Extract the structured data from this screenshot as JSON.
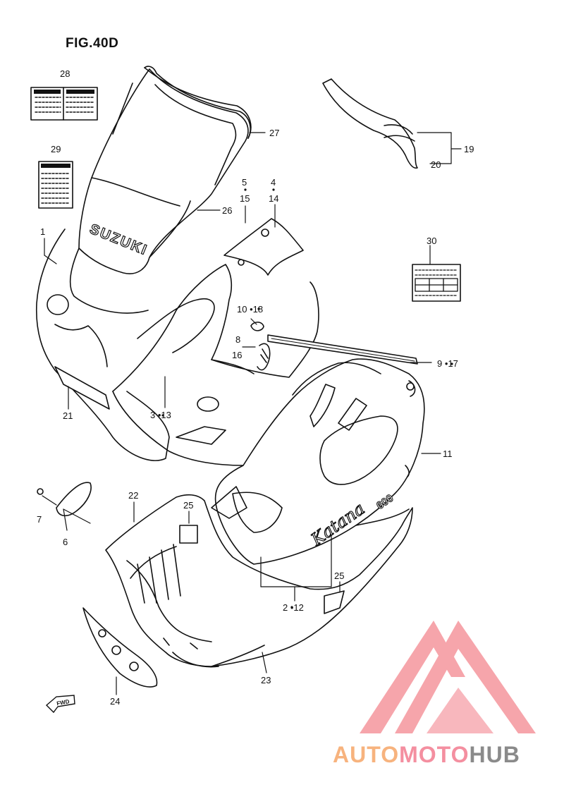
{
  "figure": {
    "title": "FIG.40D"
  },
  "part_labels": {
    "p1": "1",
    "p2_12": "2 •12",
    "p3_13": "3 •13",
    "p4": "4",
    "p5": "5",
    "p6": "6",
    "p7": "7",
    "p8": "8",
    "p9_17": "9 •17",
    "p10_18": "10 •18",
    "p11": "11",
    "p14": "14",
    "p15": "15",
    "p16": "16",
    "p19": "19",
    "p20": "20",
    "p21": "21",
    "p22": "22",
    "p23": "23",
    "p24": "24",
    "p25a": "25",
    "p25b": "25",
    "p26": "26",
    "p27": "27",
    "p28": "28",
    "p29": "29",
    "p30": "30"
  },
  "decals": {
    "windscreen_brand": "SUZUKI",
    "side_model_a": "Katana",
    "side_model_b": "600",
    "fwd_arrow": "FWD"
  },
  "watermark": {
    "part1": "AUTO",
    "part2": "MOTO",
    "part3": "HUB",
    "colors": [
      "#f7b37e",
      "#f48fa0",
      "#8a8a8a"
    ]
  }
}
